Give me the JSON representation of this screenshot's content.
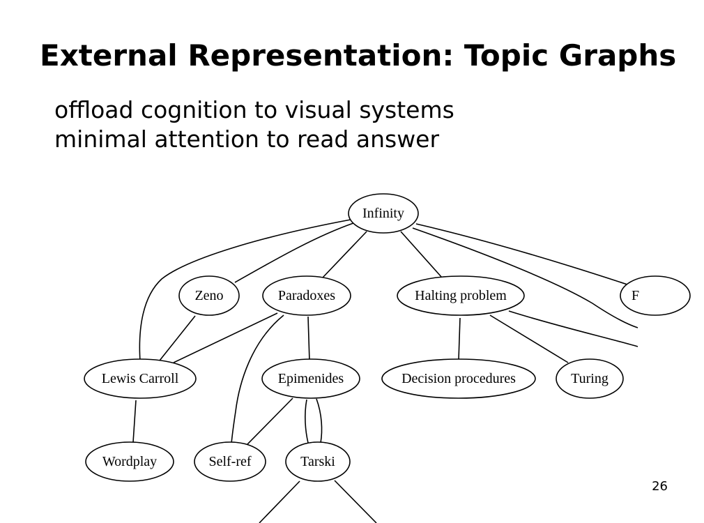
{
  "slide": {
    "title": "External Representation: Topic Graphs",
    "bullets": [
      "offload cognition to visual systems",
      "minimal attention to read answer"
    ],
    "page_number": "26"
  },
  "diagram": {
    "type": "undirected topic graph",
    "nodes": [
      {
        "id": "infinity",
        "label": "Infinity"
      },
      {
        "id": "zeno",
        "label": "Zeno"
      },
      {
        "id": "paradoxes",
        "label": "Paradoxes"
      },
      {
        "id": "halting",
        "label": "Halting problem"
      },
      {
        "id": "cut-off",
        "label": "F"
      },
      {
        "id": "lewis-carroll",
        "label": "Lewis Carroll"
      },
      {
        "id": "epimenides",
        "label": "Epimenides"
      },
      {
        "id": "decision",
        "label": "Decision procedures"
      },
      {
        "id": "turing",
        "label": "Turing"
      },
      {
        "id": "wordplay",
        "label": "Wordplay"
      },
      {
        "id": "self-ref",
        "label": "Self-ref"
      },
      {
        "id": "tarski",
        "label": "Tarski"
      }
    ],
    "edges": [
      {
        "from": "infinity",
        "to": "zeno"
      },
      {
        "from": "infinity",
        "to": "paradoxes"
      },
      {
        "from": "infinity",
        "to": "halting"
      },
      {
        "from": "infinity",
        "to": "lewis-carroll"
      },
      {
        "from": "infinity",
        "to": "cut-off"
      },
      {
        "from": "infinity",
        "to": "off-page"
      },
      {
        "from": "zeno",
        "to": "lewis-carroll"
      },
      {
        "from": "paradoxes",
        "to": "lewis-carroll"
      },
      {
        "from": "paradoxes",
        "to": "epimenides"
      },
      {
        "from": "paradoxes",
        "to": "self-ref"
      },
      {
        "from": "halting",
        "to": "decision"
      },
      {
        "from": "halting",
        "to": "turing"
      },
      {
        "from": "halting",
        "to": "off-page"
      },
      {
        "from": "lewis-carroll",
        "to": "wordplay"
      },
      {
        "from": "epimenides",
        "to": "self-ref"
      },
      {
        "from": "epimenides",
        "to": "tarski"
      },
      {
        "from": "epimenides",
        "to": "tarski"
      },
      {
        "from": "tarski",
        "to": "off-page"
      },
      {
        "from": "tarski",
        "to": "off-page"
      }
    ]
  }
}
